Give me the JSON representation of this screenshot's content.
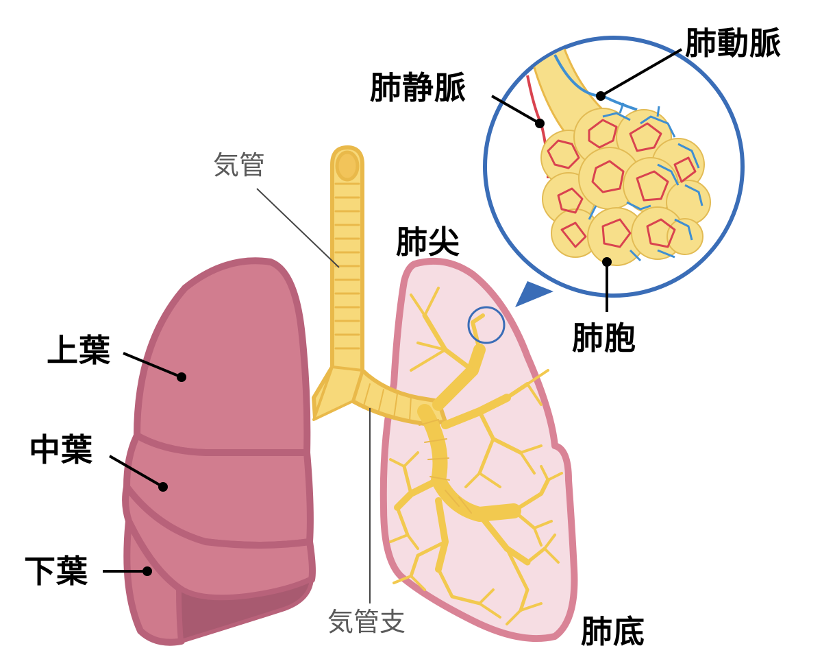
{
  "labels": {
    "trachea": "気管",
    "bronchus": "気管支",
    "apex": "肺尖",
    "base": "肺底",
    "upper_lobe": "上葉",
    "middle_lobe": "中葉",
    "lower_lobe": "下葉",
    "pulmonary_vein": "肺静脈",
    "pulmonary_artery": "肺動脈",
    "alveoli": "肺胞"
  },
  "colors": {
    "right_lung_fill": "#d17d8f",
    "right_lung_outline": "#b8627a",
    "left_lung_fill": "#f6dde3",
    "left_lung_outline": "#d98396",
    "airway_fill": "#f7d97a",
    "airway_outline": "#e9b94a",
    "alveolus_fill": "#f7df8a",
    "vein_red": "#d9434f",
    "artery_blue": "#3f8fd2",
    "callout_circle": "#3a6db7"
  }
}
